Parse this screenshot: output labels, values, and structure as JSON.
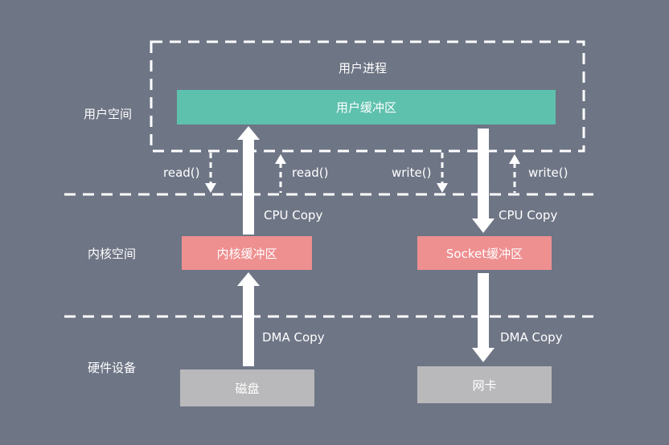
{
  "regions": {
    "user_space": "用户空间",
    "kernel_space": "内核空间",
    "hardware": "硬件设备"
  },
  "user_process": "用户进程",
  "boxes": {
    "user_buffer": "用户缓冲区",
    "kernel_buffer": "内核缓冲区",
    "socket_buffer": "Socket缓冲区",
    "disk": "磁盘",
    "nic": "网卡"
  },
  "calls": {
    "read_left": "read()",
    "read_right": "read()",
    "write_left": "write()",
    "write_right": "write()"
  },
  "copies": {
    "cpu_left": "CPU Copy",
    "cpu_right": "CPU Copy",
    "dma_left": "DMA Copy",
    "dma_right": "DMA Copy"
  },
  "colors": {
    "background": "#6e7585",
    "user_buffer": "#5ec1ae",
    "kernel_buffer": "#ee8f90",
    "device": "#b9b9bb"
  }
}
